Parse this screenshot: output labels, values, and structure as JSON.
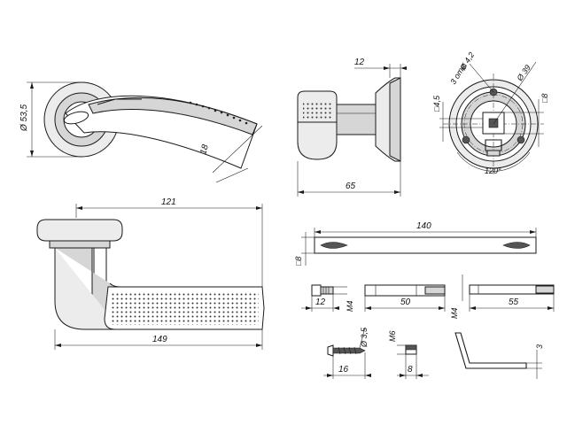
{
  "dimensions": {
    "rosette_diameter": "Ø 53,5",
    "lever_width": "18",
    "rosette_depth": "12",
    "side_length": "65",
    "screw_holes": "Ø 4,2",
    "holes_count": "3 отв.",
    "bolt_circle": "Ø 39",
    "square_small": "□4,5",
    "square_8": "□8",
    "angle": "120°",
    "lever_length": "121",
    "overall_length": "149",
    "spindle_length": "140",
    "spindle_square": "□8",
    "screw_len_12": "12",
    "screw_m4": "M4",
    "rod_len_50": "50",
    "rod_m4": "M4",
    "rod_len_55": "55",
    "wood_screw_dia": "Ø 3,5",
    "wood_screw_len": "16",
    "set_screw_m6": "M6",
    "set_screw_len": "8",
    "hex_key": "3"
  }
}
